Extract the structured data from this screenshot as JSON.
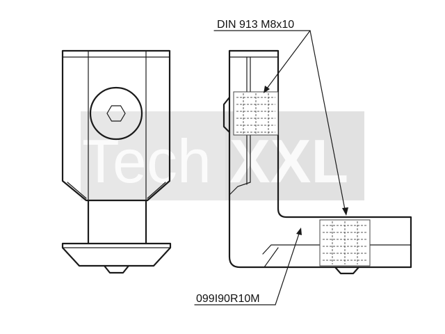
{
  "labels": {
    "screw_callout": "DIN 913 M8x10",
    "part_number": "099I90R10M"
  },
  "watermark": {
    "text_light": "Tech",
    "text_bold": "XXL"
  },
  "colors": {
    "line": "#1a1a1a",
    "watermark_gray": "#d4d4d4",
    "background": "#ffffff"
  }
}
